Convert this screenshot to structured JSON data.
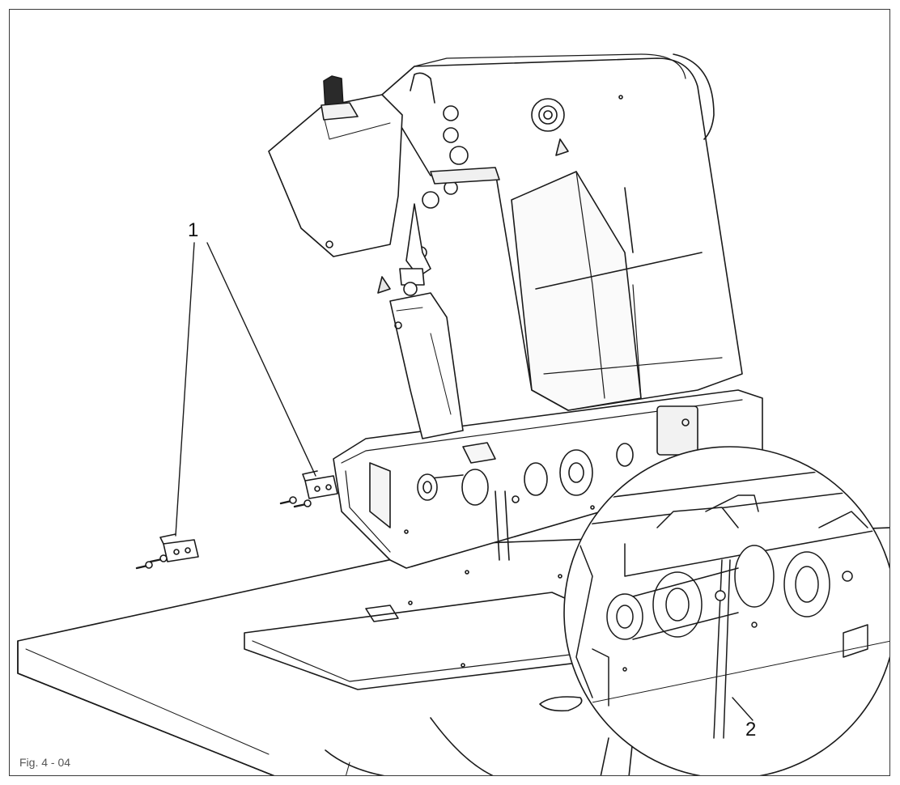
{
  "figure": {
    "caption": "Fig. 4 - 04",
    "callouts": [
      {
        "id": "1",
        "text": "1"
      },
      {
        "id": "2",
        "text": "2"
      }
    ]
  },
  "colors": {
    "line": "#1a1a1a",
    "fill_light": "#f6f6f6",
    "fill_mid": "#e8e8e8",
    "fill_dark": "#cfcfcf"
  }
}
